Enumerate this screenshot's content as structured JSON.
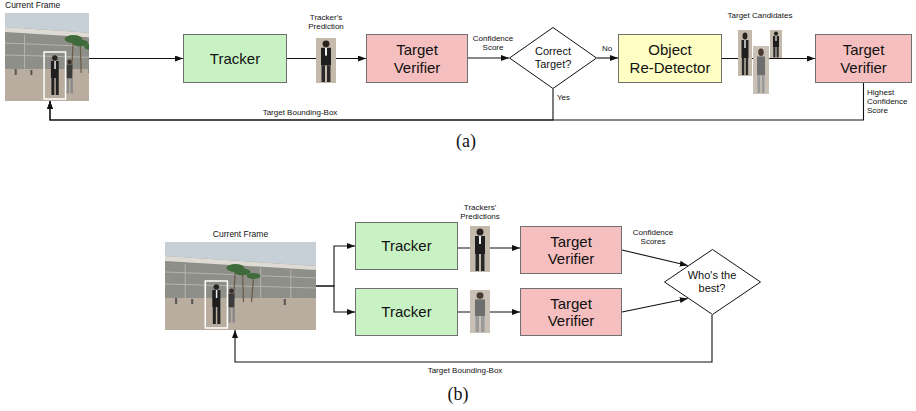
{
  "diagram": {
    "nodes": [
      {
        "text": [
          "Current Frame"
        ]
      },
      {
        "text": [
          "Tracker"
        ]
      },
      {
        "text": [
          "Target Verifier"
        ]
      },
      {
        "text": [
          "Correct Target?"
        ]
      },
      {
        "text": [
          "Object Re-Detector"
        ]
      },
      {
        "text": [
          "Target Verifier"
        ]
      },
      {
        "text": [
          "Current Frame"
        ]
      },
      {
        "text": [
          "Tracker"
        ]
      },
      {
        "text": [
          "Target Verifier"
        ]
      },
      {
        "text": [
          "Tracker"
        ]
      },
      {
        "text": [
          "Target Verifier"
        ]
      },
      {
        "text": [
          "Who's the best?"
        ]
      }
    ],
    "edges": [
      {
        "from": 0,
        "to": 1,
        "arrow": "to"
      },
      {
        "from": 1,
        "to": 2,
        "label": "Tracker's Prediction",
        "arrow": "to"
      },
      {
        "from": 2,
        "to": 3,
        "label": "Confidence Score",
        "arrow": "to"
      },
      {
        "from": 3,
        "to": 4,
        "label": "No",
        "arrow": "to"
      },
      {
        "from": 4,
        "to": 5,
        "label": "Target Candidates",
        "arrow": "to"
      },
      {
        "from": 3,
        "to": 0,
        "label": "Target Bounding-Box",
        "arrow": "to"
      },
      {
        "from": 5,
        "to": 0,
        "label": "Highest Confidence Score",
        "arrow": "to"
      },
      {
        "from": 6,
        "to": 7,
        "arrow": "to"
      },
      {
        "from": 6,
        "to": 9,
        "arrow": "to"
      },
      {
        "from": 7,
        "to": 8,
        "label": "Trackers' Predictions",
        "arrow": "to"
      },
      {
        "from": 9,
        "to": 10,
        "arrow": "to"
      },
      {
        "from": 8,
        "to": 11,
        "label": "Confidence Scores",
        "arrow": "to"
      },
      {
        "from": 10,
        "to": 11,
        "arrow": "to"
      },
      {
        "from": 11,
        "to": 6,
        "label": "Target Bounding-Box",
        "arrow": "to"
      }
    ],
    "labels": [
      "Yes",
      "(a)",
      "(b)"
    ]
  }
}
